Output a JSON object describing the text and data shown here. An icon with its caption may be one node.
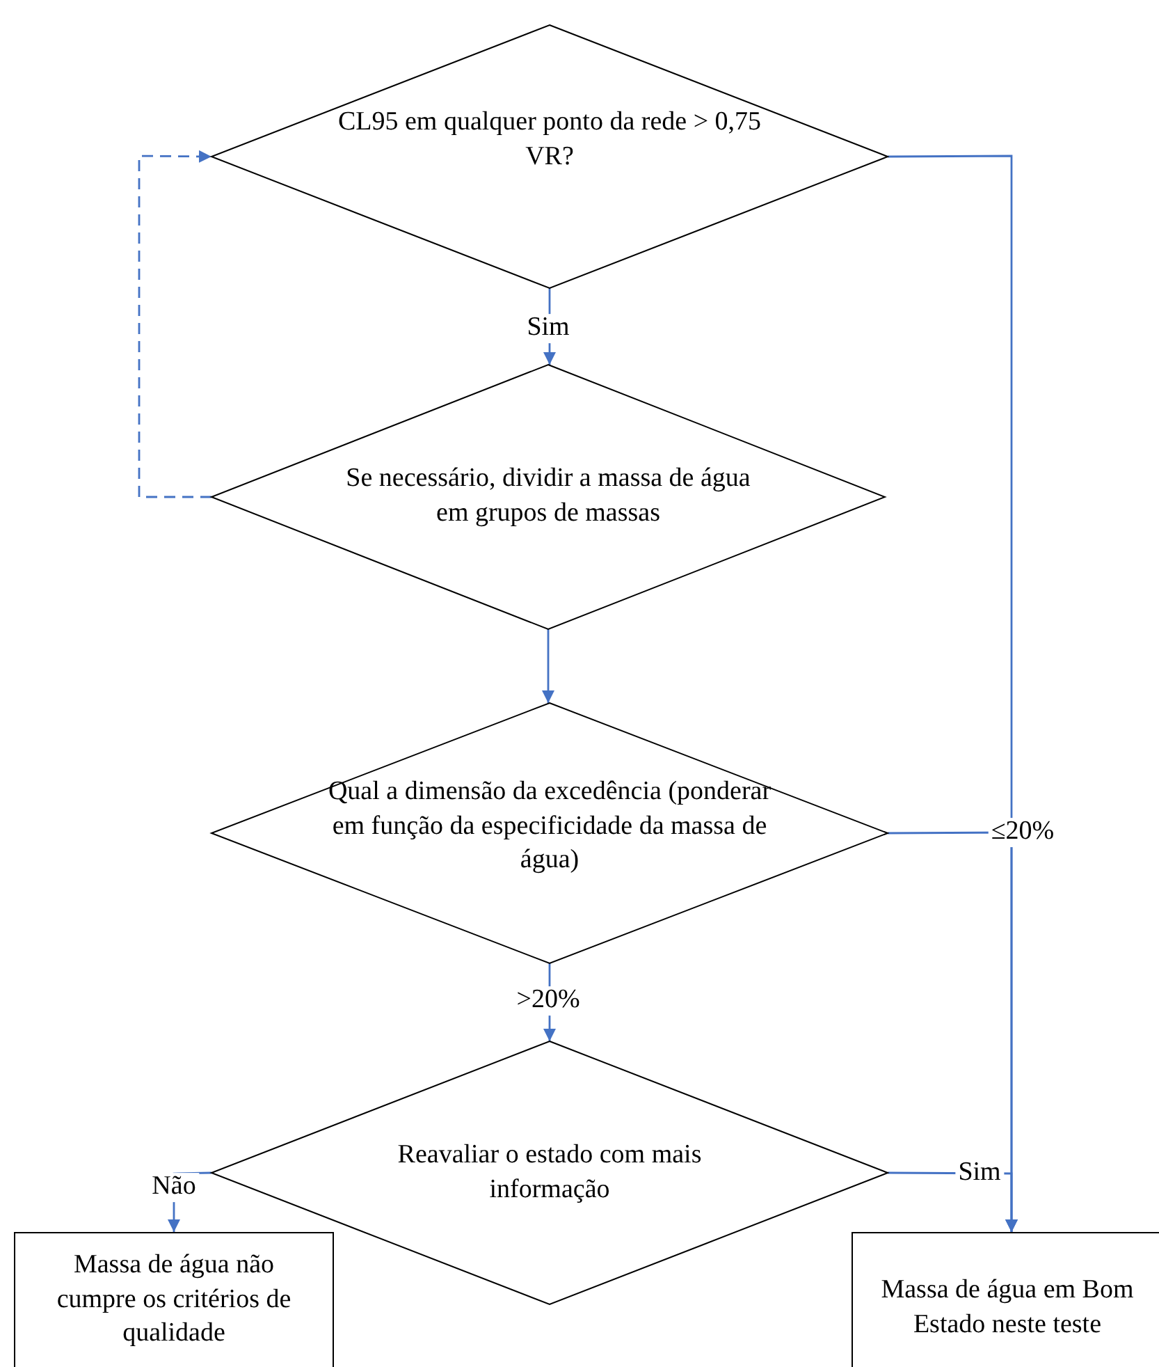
{
  "diagram": {
    "nodes": [
      {
        "text": [
          "CL95  em qualquer ponto da rede > 0,75 VR?"
        ]
      },
      {
        "text": [
          "Se necessário, dividir a massa de água em grupos de massas"
        ]
      },
      {
        "text": [
          "Qual a dimensão da excedência (ponderar em função da especificidade da massa de água)"
        ]
      },
      {
        "text": [
          "Reavaliar o estado com mais informação"
        ]
      },
      {
        "text": [
          "Massa de água não cumpre os critérios de qualidade"
        ]
      },
      {
        "text": [
          "Massa de água em Bom Estado neste teste"
        ]
      }
    ],
    "edges": [
      {
        "from": 0,
        "to": 1,
        "arrow": "to",
        "label": "Sim"
      },
      {
        "from": 1,
        "to": 0,
        "arrow": "to",
        "style": "dashed"
      },
      {
        "from": 1,
        "to": 2,
        "arrow": "to"
      },
      {
        "from": 2,
        "to": 3,
        "arrow": "to",
        "label": ">20%"
      },
      {
        "from": 3,
        "to": 4,
        "arrow": "to",
        "label": "Não"
      },
      {
        "from": 3,
        "to": 5,
        "arrow": "to",
        "label": "Sim"
      },
      {
        "from": 0,
        "to": 5,
        "arrow": "to"
      },
      {
        "from": 2,
        "to": 5,
        "arrow": "to",
        "label": "≤20%"
      }
    ]
  }
}
